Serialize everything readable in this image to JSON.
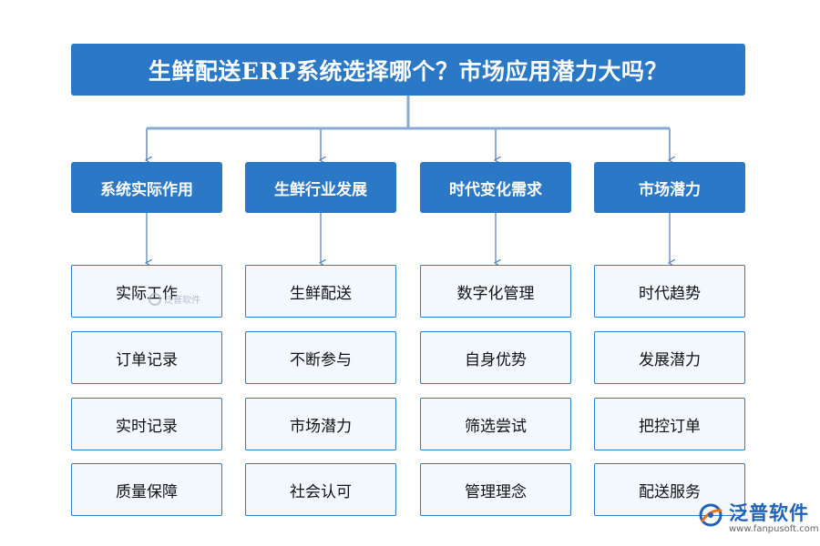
{
  "title": "生鲜配送ERP系统选择哪个？市场应用潜力大吗？",
  "categories": [
    {
      "label": "系统实际作用",
      "items": [
        "实际工作",
        "订单记录",
        "实时记录",
        "质量保障"
      ]
    },
    {
      "label": "生鲜行业发展",
      "items": [
        "生鲜配送",
        "不断参与",
        "市场潜力",
        "社会认可"
      ]
    },
    {
      "label": "时代变化需求",
      "items": [
        "数字化管理",
        "自身优势",
        "筛选尝试",
        "管理理念"
      ]
    },
    {
      "label": "市场潜力",
      "items": [
        "时代趋势",
        "发展潜力",
        "把控订单",
        "配送服务"
      ]
    }
  ],
  "watermark": {
    "text": "泛普软件"
  },
  "logo": {
    "name": "泛普软件",
    "url": "www.fanpusoft.com"
  },
  "colors": {
    "primary": "#2a78c6",
    "connector": "#8aaad6",
    "item_border": "#2f7cc8",
    "item_bg": "#f3f8ff"
  }
}
